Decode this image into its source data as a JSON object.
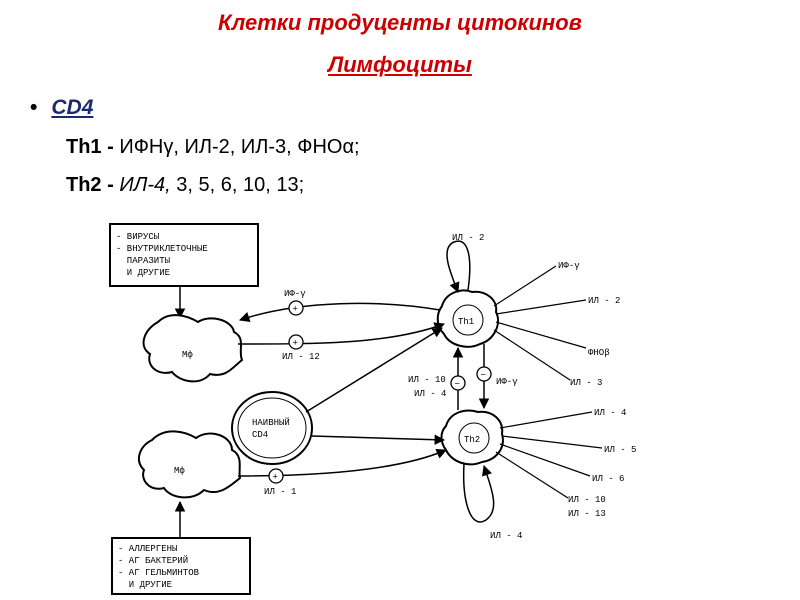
{
  "header": {
    "title_line1": "Клетки продуценты цитокинов",
    "title_line2": "Лимфоциты"
  },
  "bullet": {
    "symbol": "•",
    "label": "CD4"
  },
  "th1_line": {
    "name": "Th1 - ",
    "text": "ИФНγ, ИЛ-2, ИЛ-3, ФНОα;"
  },
  "th2_line": {
    "name": "Th2 - ",
    "italic": "ИЛ-4,",
    "text": " 3, 5, 6, 10, 13;"
  },
  "diagram": {
    "box_top": [
      "- ВИРУСЫ",
      "- ВНУТРИКЛЕТОЧНЫЕ",
      "  ПАРАЗИТЫ",
      "  И ДРУГИЕ"
    ],
    "box_bottom": [
      "- АЛЛЕРГЕНЫ",
      "- АГ БАКТЕРИЙ",
      "- АГ ГЕЛЬМИНТОВ",
      "  И ДРУГИЕ"
    ],
    "cells": {
      "mf": "Мф",
      "naive_line1": "НАИВНЫЙ",
      "naive_line2": "CD4",
      "th1": "Th1",
      "th2": "Th2"
    },
    "signs": {
      "plus": "+",
      "minus": "−"
    },
    "labels": {
      "if_gamma_top": "ИФ-γ",
      "il12": "ИЛ - 12",
      "il1": "ИЛ - 1",
      "il2_loop": "ИЛ - 2",
      "il4_loop": "ИЛ - 4",
      "il10_mid": "ИЛ - 10",
      "il4_mid": "ИЛ - 4",
      "if_gamma_mid": "ИФ-γ"
    },
    "th1_outputs": [
      "ИФ-γ",
      "ИЛ - 2",
      "ФНОβ",
      "ИЛ - 3"
    ],
    "th2_outputs": [
      "ИЛ - 4",
      "ИЛ - 5",
      "ИЛ - 6",
      "ИЛ - 10",
      "ИЛ - 13"
    ]
  }
}
